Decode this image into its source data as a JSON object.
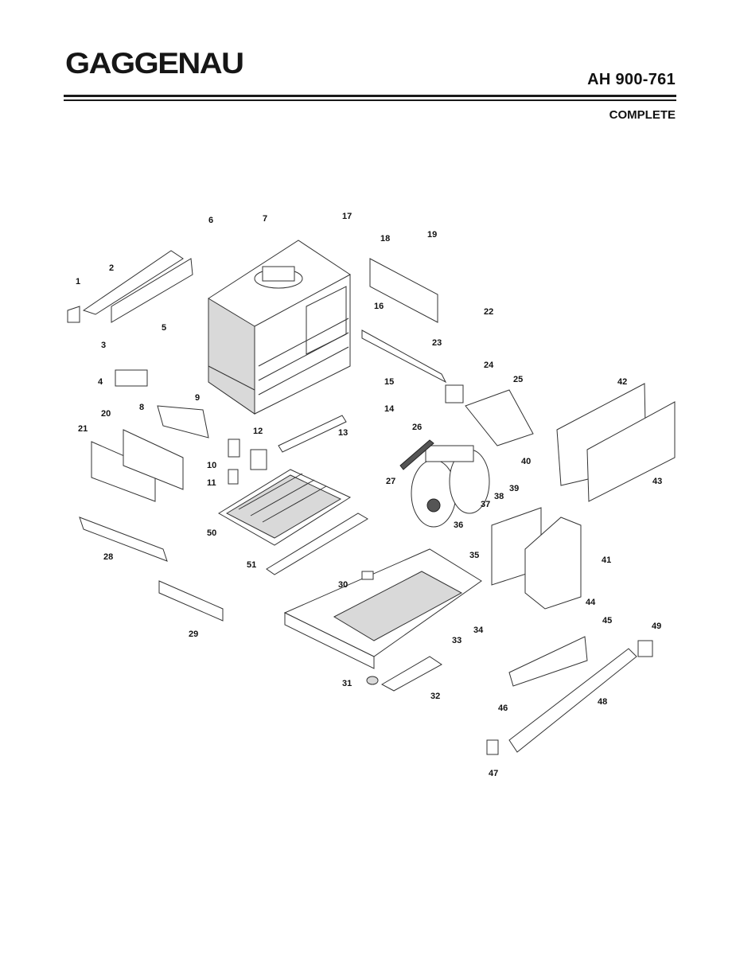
{
  "header": {
    "brand": "GAGGENAU",
    "model": "AH 900-761",
    "subtitle": "COMPLETE"
  },
  "diagram": {
    "labels": [
      "1",
      "2",
      "3",
      "4",
      "5",
      "6",
      "7",
      "8",
      "9",
      "10",
      "11",
      "12",
      "13",
      "14",
      "15",
      "16",
      "17",
      "18",
      "19",
      "20",
      "21",
      "22",
      "23",
      "24",
      "25",
      "26",
      "27",
      "28",
      "29",
      "30",
      "31",
      "32",
      "33",
      "34",
      "35",
      "36",
      "37",
      "38",
      "39",
      "40",
      "41",
      "42",
      "43",
      "44",
      "45",
      "46",
      "47",
      "48",
      "49",
      "50",
      "51"
    ]
  }
}
